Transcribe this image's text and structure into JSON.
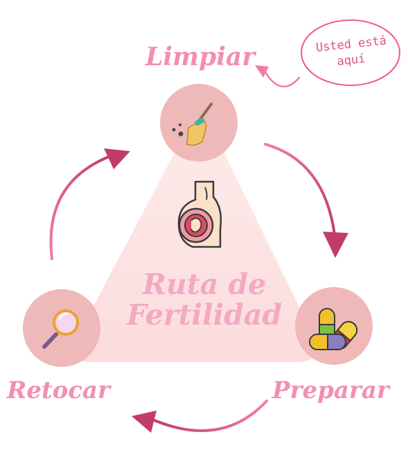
{
  "diagram": {
    "title_line1": "Ruta de",
    "title_line2": "Fertilidad",
    "steps": [
      {
        "label": "Limpiar",
        "icon": "broom-icon"
      },
      {
        "label": "Preparar",
        "icon": "pills-icon"
      },
      {
        "label": "Retocar",
        "icon": "magnifier-icon"
      }
    ],
    "center_icon": "pregnant-belly-icon",
    "note": {
      "line1": "Usted está",
      "line2": "aquí"
    }
  },
  "colors": {
    "label_pink": "#f28fb0",
    "title_pink": "#f3a9c3",
    "circle_fill": "#efb8b9",
    "triangle_fill": "#fde3e3",
    "arrow_dark": "#c23c66",
    "arrow_light": "#ef7ea2",
    "note_stroke": "#ef5a8a",
    "note_text": "#e0527f"
  }
}
